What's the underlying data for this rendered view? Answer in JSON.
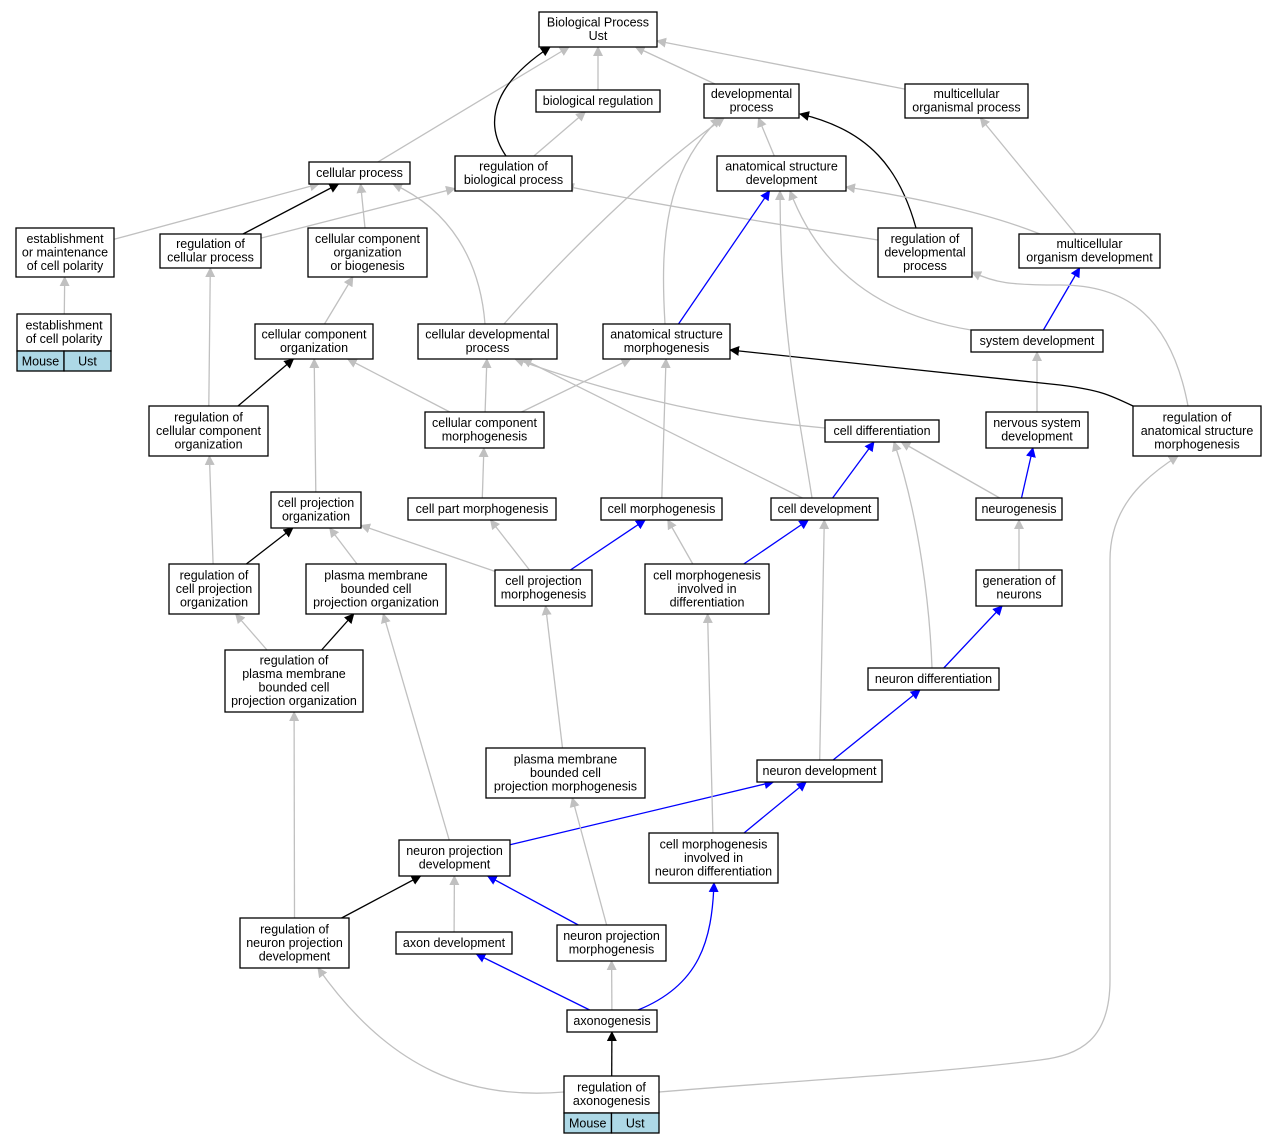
{
  "colors": {
    "is_a": "#c0c0c0",
    "regulates": "#000000",
    "part_of": "#0000ff",
    "highlight": "#add8e6",
    "border": "#000000"
  },
  "nodes": [
    {
      "id": "bp",
      "lines": [
        "Biological Process",
        "Ust"
      ]
    },
    {
      "id": "bioreg",
      "lines": [
        "biological regulation"
      ]
    },
    {
      "id": "devproc",
      "lines": [
        "developmental",
        "process"
      ]
    },
    {
      "id": "multiproc",
      "lines": [
        "multicellular",
        "organismal process"
      ]
    },
    {
      "id": "cellproc",
      "lines": [
        "cellular process"
      ]
    },
    {
      "id": "regbio",
      "lines": [
        "regulation of",
        "biological process"
      ]
    },
    {
      "id": "asdev",
      "lines": [
        "anatomical structure",
        "development"
      ]
    },
    {
      "id": "estmaint",
      "lines": [
        "establishment",
        "or maintenance",
        "of cell polarity"
      ]
    },
    {
      "id": "regcell",
      "lines": [
        "regulation of",
        "cellular process"
      ]
    },
    {
      "id": "ccorgbio",
      "lines": [
        "cellular component",
        "organization",
        "or biogenesis"
      ]
    },
    {
      "id": "regdev",
      "lines": [
        "regulation of",
        "developmental",
        "process"
      ]
    },
    {
      "id": "mdev",
      "lines": [
        "multicellular",
        "organism development"
      ]
    },
    {
      "id": "estpol",
      "lines": [
        "establishment",
        "of cell polarity"
      ],
      "tags": [
        "Mouse",
        "Ust"
      ]
    },
    {
      "id": "ccorg",
      "lines": [
        "cellular component",
        "organization"
      ]
    },
    {
      "id": "celldevproc",
      "lines": [
        "cellular developmental",
        "process"
      ]
    },
    {
      "id": "asmorph",
      "lines": [
        "anatomical structure",
        "morphogenesis"
      ]
    },
    {
      "id": "sysdev",
      "lines": [
        "system development"
      ]
    },
    {
      "id": "regccorg",
      "lines": [
        "regulation of",
        "cellular component",
        "organization"
      ]
    },
    {
      "id": "ccmorph",
      "lines": [
        "cellular component",
        "morphogenesis"
      ]
    },
    {
      "id": "celldiff",
      "lines": [
        "cell differentiation"
      ]
    },
    {
      "id": "nsdev",
      "lines": [
        "nervous system",
        "development"
      ]
    },
    {
      "id": "regasmorph",
      "lines": [
        "regulation of",
        "anatomical structure",
        "morphogenesis"
      ]
    },
    {
      "id": "cprojorg",
      "lines": [
        "cell projection",
        "organization"
      ]
    },
    {
      "id": "cpartmorph",
      "lines": [
        "cell part morphogenesis"
      ]
    },
    {
      "id": "cellmorph",
      "lines": [
        "cell morphogenesis"
      ]
    },
    {
      "id": "celldev",
      "lines": [
        "cell development"
      ]
    },
    {
      "id": "neurogen",
      "lines": [
        "neurogenesis"
      ]
    },
    {
      "id": "regcprojorg",
      "lines": [
        "regulation of",
        "cell projection",
        "organization"
      ]
    },
    {
      "id": "pmbcporg",
      "lines": [
        "plasma membrane",
        "bounded cell",
        "projection organization"
      ]
    },
    {
      "id": "cprojmorph",
      "lines": [
        "cell projection",
        "morphogenesis"
      ]
    },
    {
      "id": "cmidiff",
      "lines": [
        "cell morphogenesis",
        "involved in",
        "differentiation"
      ]
    },
    {
      "id": "genneur",
      "lines": [
        "generation of",
        "neurons"
      ]
    },
    {
      "id": "regpmbcporg",
      "lines": [
        "regulation of",
        "plasma membrane",
        "bounded cell",
        "projection organization"
      ]
    },
    {
      "id": "neurdiff",
      "lines": [
        "neuron differentiation"
      ]
    },
    {
      "id": "pmbcpmorph",
      "lines": [
        "plasma membrane",
        "bounded cell",
        "projection morphogenesis"
      ]
    },
    {
      "id": "neurdev",
      "lines": [
        "neuron development"
      ]
    },
    {
      "id": "npdev",
      "lines": [
        "neuron projection",
        "development"
      ]
    },
    {
      "id": "cmindiff",
      "lines": [
        "cell morphogenesis",
        "involved in",
        "neuron differentiation"
      ]
    },
    {
      "id": "regnpdev",
      "lines": [
        "regulation of",
        "neuron projection",
        "development"
      ]
    },
    {
      "id": "axondev",
      "lines": [
        "axon development"
      ]
    },
    {
      "id": "npmorph",
      "lines": [
        "neuron projection",
        "morphogenesis"
      ]
    },
    {
      "id": "axonogen",
      "lines": [
        "axonogenesis"
      ]
    },
    {
      "id": "regaxon",
      "lines": [
        "regulation of",
        "axonogenesis"
      ],
      "tags": [
        "Mouse",
        "Ust"
      ]
    }
  ],
  "edges": [
    {
      "from": "bioreg",
      "to": "bp",
      "type": "is_a"
    },
    {
      "from": "devproc",
      "to": "bp",
      "type": "is_a"
    },
    {
      "from": "multiproc",
      "to": "bp",
      "type": "is_a"
    },
    {
      "from": "cellproc",
      "to": "bp",
      "type": "is_a"
    },
    {
      "from": "regbio",
      "to": "bp",
      "type": "regulates"
    },
    {
      "from": "regbio",
      "to": "bioreg",
      "type": "is_a"
    },
    {
      "from": "asdev",
      "to": "devproc",
      "type": "is_a"
    },
    {
      "from": "regdev",
      "to": "devproc",
      "type": "regulates"
    },
    {
      "from": "regdev",
      "to": "regbio",
      "type": "is_a"
    },
    {
      "from": "mdev",
      "to": "multiproc",
      "type": "is_a"
    },
    {
      "from": "mdev",
      "to": "asdev",
      "type": "is_a"
    },
    {
      "from": "estmaint",
      "to": "cellproc",
      "type": "is_a"
    },
    {
      "from": "regcell",
      "to": "cellproc",
      "type": "regulates"
    },
    {
      "from": "regcell",
      "to": "regbio",
      "type": "is_a"
    },
    {
      "from": "ccorgbio",
      "to": "cellproc",
      "type": "is_a"
    },
    {
      "from": "celldevproc",
      "to": "cellproc",
      "type": "is_a"
    },
    {
      "from": "celldevproc",
      "to": "devproc",
      "type": "is_a"
    },
    {
      "from": "asmorph",
      "to": "devproc",
      "type": "is_a"
    },
    {
      "from": "asmorph",
      "to": "asdev",
      "type": "part_of"
    },
    {
      "from": "sysdev",
      "to": "asdev",
      "type": "is_a"
    },
    {
      "from": "sysdev",
      "to": "mdev",
      "type": "part_of"
    },
    {
      "from": "estpol",
      "to": "estmaint",
      "type": "is_a"
    },
    {
      "from": "ccorg",
      "to": "ccorgbio",
      "type": "is_a"
    },
    {
      "from": "regccorg",
      "to": "ccorg",
      "type": "regulates"
    },
    {
      "from": "regccorg",
      "to": "regcell",
      "type": "is_a"
    },
    {
      "from": "ccmorph",
      "to": "ccorg",
      "type": "is_a"
    },
    {
      "from": "ccmorph",
      "to": "celldevproc",
      "type": "is_a"
    },
    {
      "from": "ccmorph",
      "to": "asmorph",
      "type": "is_a"
    },
    {
      "from": "celldiff",
      "to": "celldevproc",
      "type": "is_a"
    },
    {
      "from": "nsdev",
      "to": "sysdev",
      "type": "is_a"
    },
    {
      "from": "regasmorph",
      "to": "asmorph",
      "type": "regulates"
    },
    {
      "from": "regasmorph",
      "to": "regdev",
      "type": "is_a"
    },
    {
      "from": "cprojorg",
      "to": "ccorg",
      "type": "is_a"
    },
    {
      "from": "cpartmorph",
      "to": "ccmorph",
      "type": "is_a"
    },
    {
      "from": "cellmorph",
      "to": "asmorph",
      "type": "is_a"
    },
    {
      "from": "celldev",
      "to": "celldiff",
      "type": "part_of"
    },
    {
      "from": "celldev",
      "to": "celldevproc",
      "type": "is_a"
    },
    {
      "from": "celldev",
      "to": "asdev",
      "type": "is_a"
    },
    {
      "from": "neurogen",
      "to": "nsdev",
      "type": "part_of"
    },
    {
      "from": "neurogen",
      "to": "celldiff",
      "type": "is_a"
    },
    {
      "from": "regcprojorg",
      "to": "cprojorg",
      "type": "regulates"
    },
    {
      "from": "regcprojorg",
      "to": "regccorg",
      "type": "is_a"
    },
    {
      "from": "pmbcporg",
      "to": "cprojorg",
      "type": "is_a"
    },
    {
      "from": "cprojmorph",
      "to": "cprojorg",
      "type": "is_a"
    },
    {
      "from": "cprojmorph",
      "to": "cpartmorph",
      "type": "is_a"
    },
    {
      "from": "cprojmorph",
      "to": "cellmorph",
      "type": "part_of"
    },
    {
      "from": "cmidiff",
      "to": "cellmorph",
      "type": "is_a"
    },
    {
      "from": "cmidiff",
      "to": "celldev",
      "type": "part_of"
    },
    {
      "from": "genneur",
      "to": "neurogen",
      "type": "is_a"
    },
    {
      "from": "regpmbcporg",
      "to": "pmbcporg",
      "type": "regulates"
    },
    {
      "from": "regpmbcporg",
      "to": "regcprojorg",
      "type": "is_a"
    },
    {
      "from": "neurdiff",
      "to": "genneur",
      "type": "part_of"
    },
    {
      "from": "neurdiff",
      "to": "celldiff",
      "type": "is_a"
    },
    {
      "from": "pmbcpmorph",
      "to": "cprojmorph",
      "type": "is_a"
    },
    {
      "from": "neurdev",
      "to": "neurdiff",
      "type": "part_of"
    },
    {
      "from": "neurdev",
      "to": "celldev",
      "type": "is_a"
    },
    {
      "from": "npdev",
      "to": "neurdev",
      "type": "part_of"
    },
    {
      "from": "npdev",
      "to": "pmbcporg",
      "type": "is_a"
    },
    {
      "from": "cmindiff",
      "to": "neurdev",
      "type": "part_of"
    },
    {
      "from": "cmindiff",
      "to": "cmidiff",
      "type": "is_a"
    },
    {
      "from": "regnpdev",
      "to": "npdev",
      "type": "regulates"
    },
    {
      "from": "regnpdev",
      "to": "regpmbcporg",
      "type": "is_a"
    },
    {
      "from": "axondev",
      "to": "npdev",
      "type": "is_a"
    },
    {
      "from": "npmorph",
      "to": "npdev",
      "type": "part_of"
    },
    {
      "from": "npmorph",
      "to": "pmbcpmorph",
      "type": "is_a"
    },
    {
      "from": "axonogen",
      "to": "axondev",
      "type": "part_of"
    },
    {
      "from": "axonogen",
      "to": "npmorph",
      "type": "is_a"
    },
    {
      "from": "axonogen",
      "to": "cmindiff",
      "type": "part_of"
    },
    {
      "from": "regaxon",
      "to": "axonogen",
      "type": "regulates"
    },
    {
      "from": "regaxon",
      "to": "regnpdev",
      "type": "is_a"
    },
    {
      "from": "regaxon",
      "to": "regasmorph",
      "type": "is_a"
    }
  ]
}
